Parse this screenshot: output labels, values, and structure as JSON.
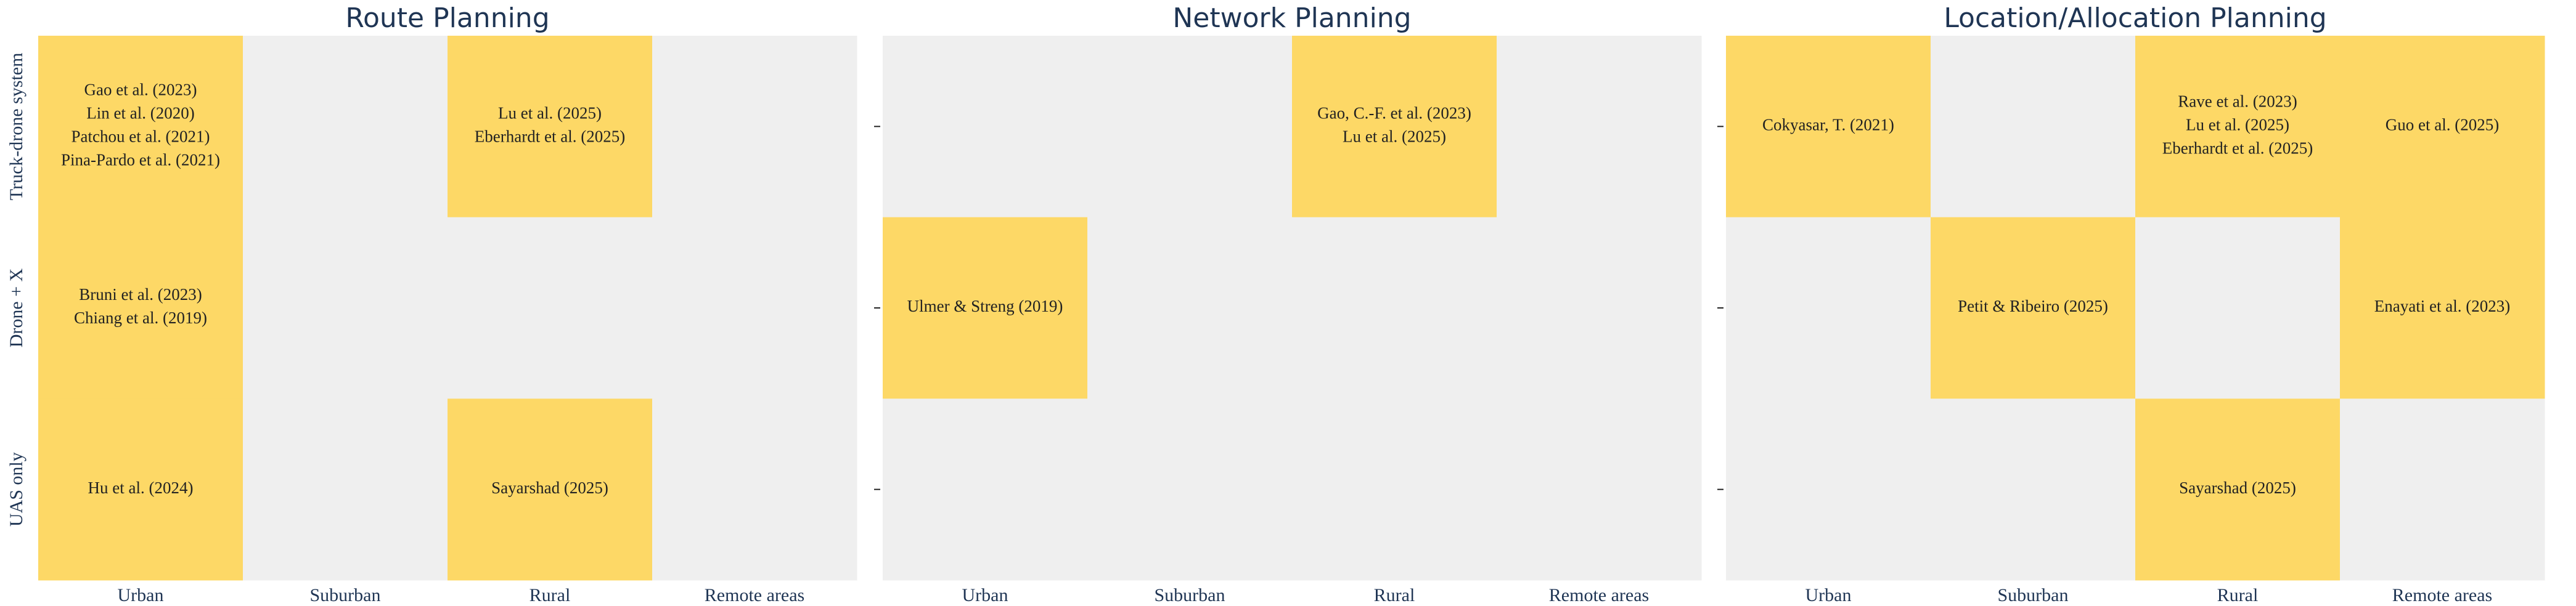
{
  "chart_data": {
    "type": "heatmap",
    "colors": {
      "filled": "#fdd866",
      "empty": "#efefef",
      "text": "#1f3554"
    },
    "x_categories": [
      "Urban",
      "Suburban",
      "Rural",
      "Remote areas"
    ],
    "y_categories": [
      "Truck-drone system",
      "Drone + X",
      "UAS only"
    ],
    "panels": [
      {
        "title": "Route Planning",
        "cells": [
          [
            [
              "Gao et al. (2023)",
              "Lin et al. (2020)",
              "Patchou et al. (2021)",
              "Pina-Pardo et al. (2021)"
            ],
            [],
            [
              "Lu et al. (2025)",
              "Eberhardt et al. (2025)"
            ],
            []
          ],
          [
            [
              "Bruni et al. (2023)",
              "Chiang et al. (2019)"
            ],
            [],
            [],
            []
          ],
          [
            [
              "Hu et al. (2024)"
            ],
            [],
            [
              "Sayarshad (2025)"
            ],
            []
          ]
        ]
      },
      {
        "title": "Network Planning",
        "cells": [
          [
            [],
            [],
            [
              "Gao, C.-F. et al. (2023)",
              "Lu et al. (2025)"
            ],
            []
          ],
          [
            [
              "Ulmer & Streng (2019)"
            ],
            [],
            [],
            []
          ],
          [
            [],
            [],
            [],
            []
          ]
        ]
      },
      {
        "title": "Location/Allocation Planning",
        "cells": [
          [
            [
              "Cokyasar, T. (2021)"
            ],
            [],
            [
              "Rave et al. (2023)",
              "Lu et al. (2025)",
              "Eberhardt et al. (2025)"
            ],
            [
              "Guo et al. (2025)"
            ]
          ],
          [
            [],
            [
              "Petit & Ribeiro (2025)"
            ],
            [],
            [
              "Enayati et al. (2023)"
            ]
          ],
          [
            [],
            [],
            [
              "Sayarshad (2025)"
            ],
            []
          ]
        ]
      }
    ]
  }
}
